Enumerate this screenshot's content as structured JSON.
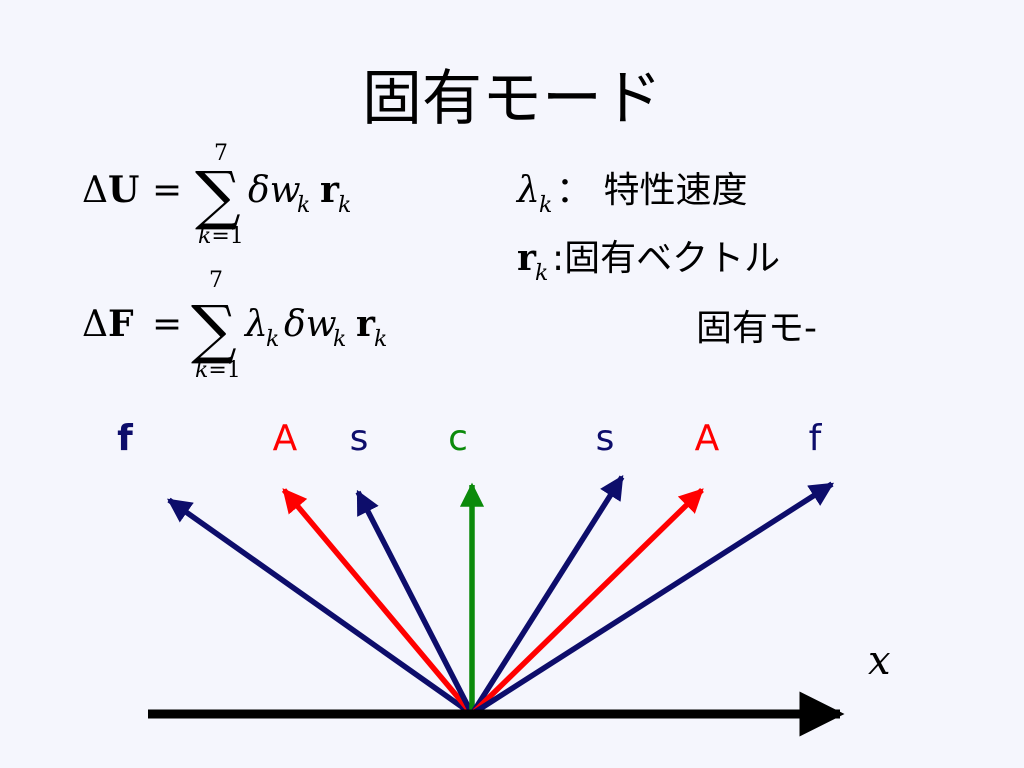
{
  "slide": {
    "title": "固有モード"
  },
  "equations": {
    "eq1": {
      "lhs_delta": "Δ",
      "lhs_var": "U",
      "equals": "=",
      "sum_sign": "∑",
      "sum_upper": "7",
      "sum_lower_var": "k",
      "sum_lower_rest": "=1",
      "delta_small": "δ",
      "w": "w",
      "w_sub": "k",
      "r": "r",
      "r_sub": "k"
    },
    "eq2": {
      "lhs_delta": "Δ",
      "lhs_var": "F",
      "equals": "=",
      "sum_sign": "∑",
      "sum_upper": "7",
      "sum_lower_var": "k",
      "sum_lower_rest": "=1",
      "lambda": "λ",
      "lambda_sub": "k",
      "delta_small": "δ",
      "w": "w",
      "w_sub": "k",
      "r": "r",
      "r_sub": "k"
    }
  },
  "definitions": {
    "lambda_symbol": "λ",
    "lambda_sub": "k",
    "lambda_text": "： 特性速度",
    "r_symbol": "r",
    "r_sub": "k",
    "r_text": ":固有ベクトル",
    "mode_text": "固有モ-"
  },
  "wave_labels": {
    "f_left": "f",
    "a_left": "A",
    "s_left": "s",
    "c_center": "c",
    "s_right": "s",
    "a_right": "A",
    "f_right": "f"
  },
  "axis": {
    "label": "x"
  },
  "colors": {
    "navy": "#0d0d6b",
    "red": "#ff0000",
    "green": "#0b8a0b",
    "black": "#000000"
  }
}
